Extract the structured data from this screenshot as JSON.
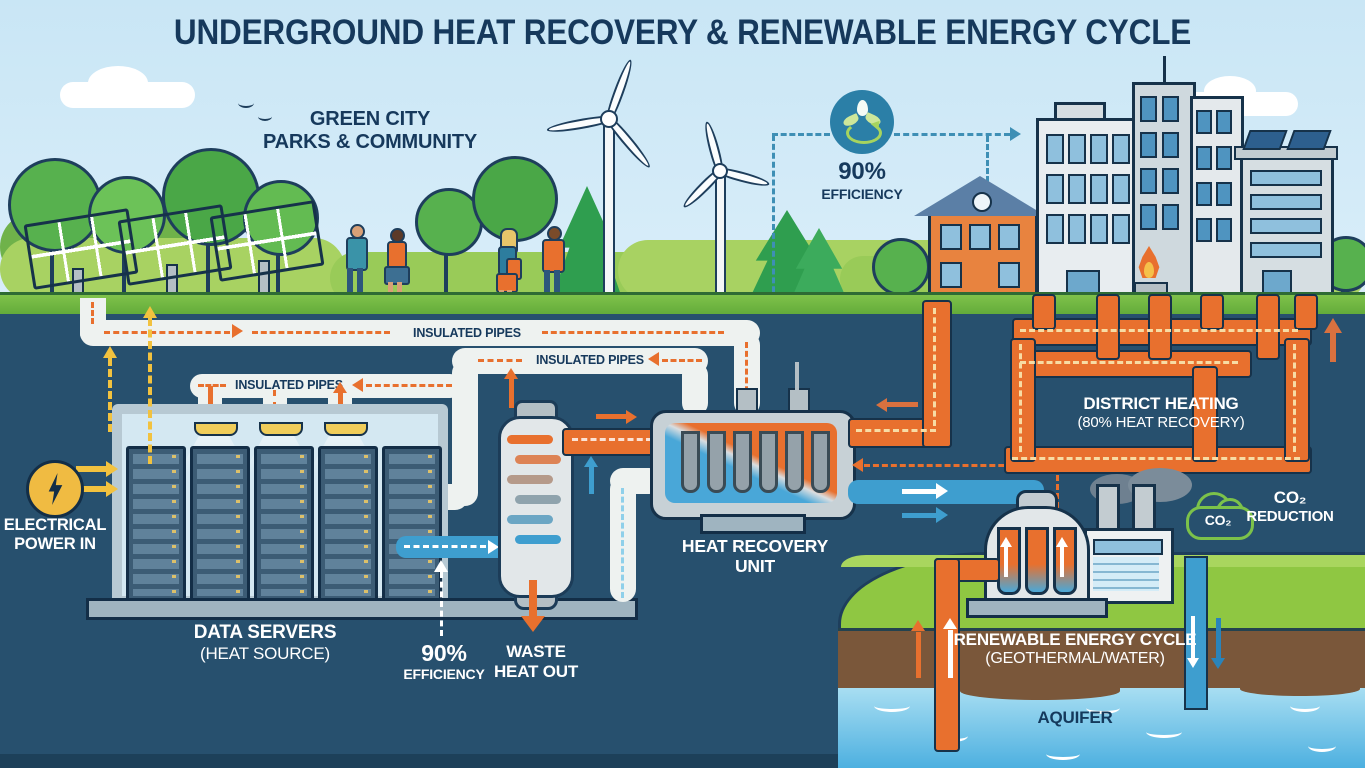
{
  "title": "UNDERGROUND HEAT RECOVERY & RENEWABLE ENERGY CYCLE",
  "park": {
    "line1": "GREEN CITY",
    "line2": "PARKS & COMMUNITY"
  },
  "efficiency_badge": {
    "value": "90%",
    "label": "EFFICIENCY"
  },
  "pipes": {
    "insulated_label": "INSULATED PIPES"
  },
  "electrical": {
    "line1": "ELECTRICAL",
    "line2": "POWER IN"
  },
  "data_servers": {
    "line1": "DATA SERVERS",
    "line2": "(HEAT SOURCE)"
  },
  "server_efficiency": {
    "value": "90%",
    "label": "EFFICIENCY"
  },
  "waste_heat": {
    "line1": "WASTE",
    "line2": "HEAT OUT"
  },
  "heat_recovery_unit": {
    "label": "HEAT RECOVERY UNIT"
  },
  "district_heating": {
    "line1": "DISTRICT HEATING",
    "line2": "(80% HEAT RECOVERY)"
  },
  "co2": {
    "cloud_text": "CO₂",
    "line1": "CO₂",
    "line2": "REDUCTION"
  },
  "renewable_cycle": {
    "line1": "RENEWABLE ENERGY CYCLE",
    "line2": "(GEOTHERMAL/WATER)"
  },
  "aquifer": {
    "label": "AQUIFER"
  },
  "colors": {
    "orange": "#e8702e",
    "blue": "#3e9ecf",
    "yellow": "#f2c23f",
    "badge_teal": "#2b7fa7",
    "navy": "#16395c",
    "grass": "#72b93f",
    "soil": "#7a573a",
    "water": "#6cc2e8",
    "underground": "#27506e"
  }
}
